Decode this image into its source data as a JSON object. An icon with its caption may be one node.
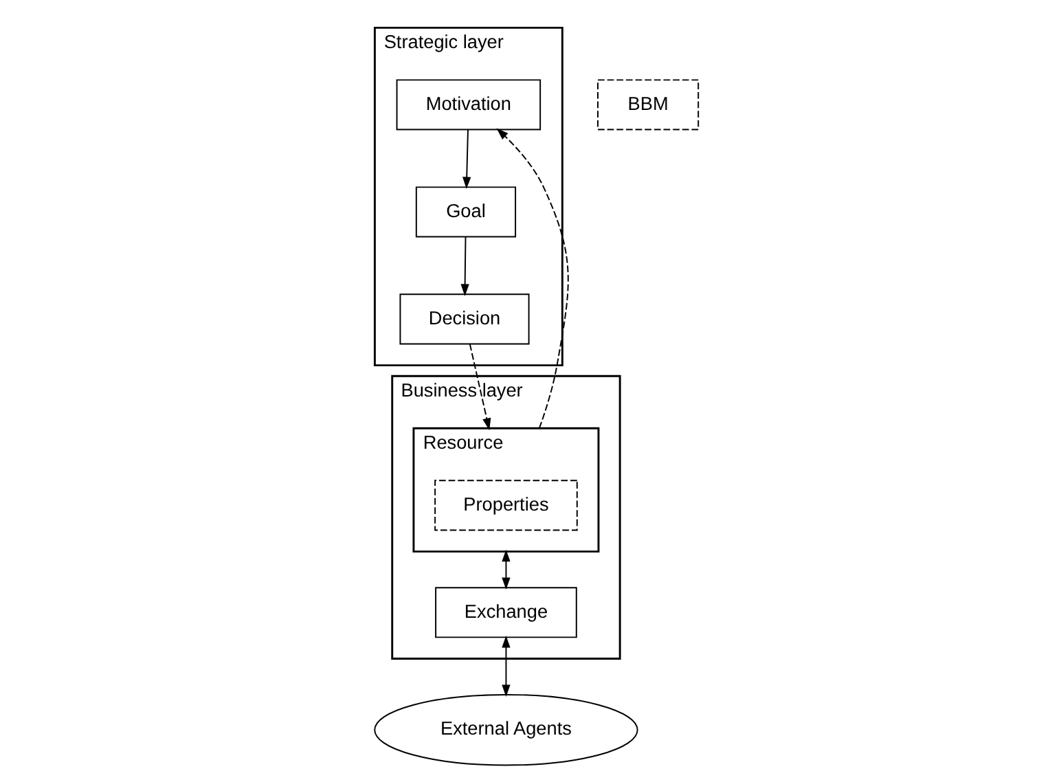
{
  "diagram": {
    "nodes": [
      {
        "text": [
          "Strategic layer"
        ]
      },
      {
        "text": [
          "Goal"
        ],
        "in": 0
      },
      {
        "text": [
          "BBM"
        ]
      },
      {
        "text": [
          "Decision"
        ],
        "in": 0
      },
      {
        "text": [
          "Motivation"
        ],
        "in": 0
      },
      {
        "text": [
          "Business layer"
        ]
      },
      {
        "text": [
          "Resource"
        ],
        "in": 5
      },
      {
        "text": [
          "Properties"
        ],
        "in": 6
      },
      {
        "text": [
          "Exchange"
        ],
        "in": 5
      },
      {
        "text": [
          "External Agents"
        ]
      }
    ],
    "edges": [
      {
        "from": 1,
        "to": 3,
        "arrow": "to"
      },
      {
        "from": 4,
        "to": 1,
        "arrow": "to"
      },
      {
        "from": 3,
        "to": 6,
        "arrow": "to",
        "style": "dashed"
      },
      {
        "from": 6,
        "to": 4,
        "arrow": "to",
        "style": "dashed"
      },
      {
        "from": 6,
        "to": 8,
        "arrow": "both"
      },
      {
        "from": 8,
        "to": 9,
        "arrow": "both"
      }
    ]
  }
}
